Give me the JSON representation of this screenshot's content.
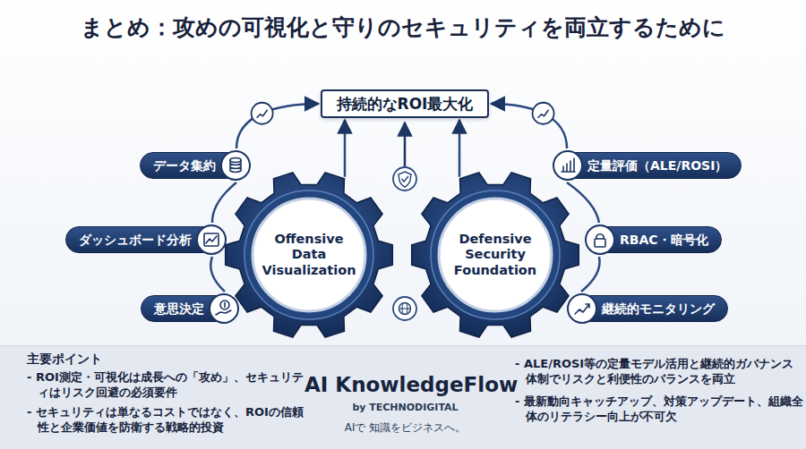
{
  "diagram": {
    "title": "まとめ：攻めの可視化と守りのセキュリティを両立するために",
    "nodes": [
      {
        "text": [
          "持続的なROI最大化"
        ]
      },
      {
        "text": [
          "Offensive Data Visualization"
        ]
      },
      {
        "text": [
          "Defensive Security Foundation"
        ]
      },
      {
        "text": [
          "データ集約"
        ]
      },
      {
        "text": [
          "ダッシュボード分析"
        ]
      },
      {
        "text": [
          "意思決定"
        ]
      },
      {
        "text": [
          "定量評価（ALE/ROSI）"
        ]
      },
      {
        "text": [
          "RBAC・暗号化"
        ]
      },
      {
        "text": [
          "継続的モニタリング"
        ]
      },
      {
        "text": [
          "主要ポイント"
        ]
      }
    ],
    "edges": [
      {
        "from": 1,
        "to": 0,
        "arrow": "to"
      },
      {
        "from": 2,
        "to": 0,
        "arrow": "to"
      },
      {
        "from": 5,
        "to": 4,
        "arrow": "none"
      },
      {
        "from": 4,
        "to": 3,
        "arrow": "none"
      },
      {
        "from": 3,
        "to": 0,
        "arrow": "to"
      },
      {
        "from": 8,
        "to": 7,
        "arrow": "none"
      },
      {
        "from": 7,
        "to": 6,
        "arrow": "none"
      },
      {
        "from": 6,
        "to": 0,
        "arrow": "to"
      }
    ],
    "labels": [
      "- ROI測定・可視化は成長への「攻め」、セキュリティはリスク回避の必須要件",
      "- セキュリティは単なるコストではなく、ROIの信頼性と企業価値を防衛する戦略的投資",
      "AI KnowledgeFlow",
      "by TECHNODIGITAL",
      "AIで 知識をビジネスへ。",
      "- ALE/ROSI等の定量モデル活用と継続的ガバナンス体制でリスクと利便性のバランスを両立",
      "- 最新動向キャッチアップ、対策アップデート、組織全体のリテラシー向上が不可欠"
    ]
  }
}
